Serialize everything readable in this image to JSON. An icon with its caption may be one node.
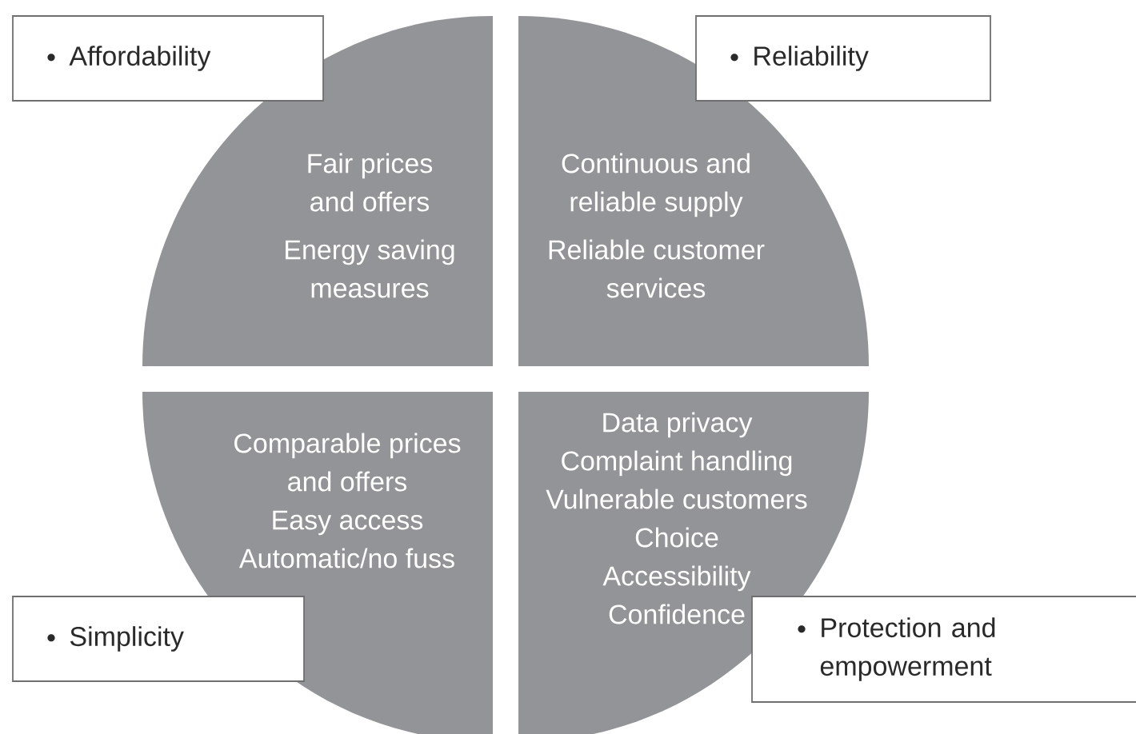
{
  "diagram": {
    "nodes": [
      {
        "text": [
          "Affordability"
        ]
      },
      {
        "text": [
          "Fair prices and offers",
          "Energy saving measures"
        ]
      },
      {
        "text": [
          "Continuous and reliable supply",
          "Reliable customer services"
        ]
      },
      {
        "text": [
          "Reliability"
        ]
      },
      {
        "text": [
          "Simplicity"
        ]
      },
      {
        "text": [
          "Comparable prices and offers",
          "Easy access",
          "Automatic/no fuss"
        ]
      },
      {
        "text": [
          "Data privacy",
          "Complaint handling",
          "Vulnerable customers",
          "Choice",
          "Accessibility",
          "Confidence"
        ]
      },
      {
        "text": [
          "Protection and empowerment"
        ]
      }
    ]
  }
}
